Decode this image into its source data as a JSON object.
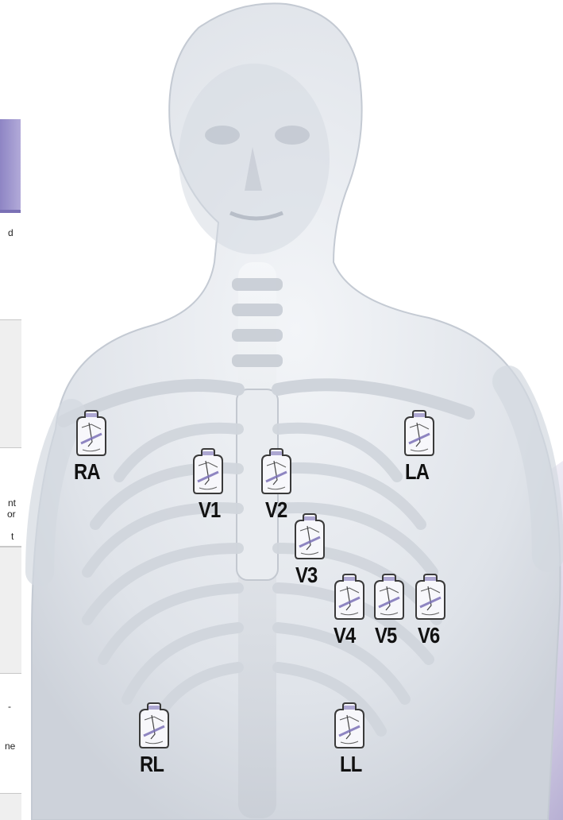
{
  "left_margin_fragments": [
    "d",
    "nt",
    "or",
    "t",
    "-",
    "ne"
  ],
  "electrodes": [
    {
      "id": "RA",
      "label": "RA"
    },
    {
      "id": "V1",
      "label": "V1"
    },
    {
      "id": "V2",
      "label": "V2"
    },
    {
      "id": "LA",
      "label": "LA"
    },
    {
      "id": "V3",
      "label": "V3"
    },
    {
      "id": "V4",
      "label": "V4"
    },
    {
      "id": "V5",
      "label": "V5"
    },
    {
      "id": "V6",
      "label": "V6"
    },
    {
      "id": "RL",
      "label": "RL"
    },
    {
      "id": "LL",
      "label": "LL"
    }
  ],
  "colors": {
    "accent_purple": "#9d95cf",
    "pad_fill": "#f7f7fb",
    "pad_stroke": "#3a3a3a",
    "pad_stripe": "#7c72b8",
    "body_tint": "#dfe4ea"
  }
}
